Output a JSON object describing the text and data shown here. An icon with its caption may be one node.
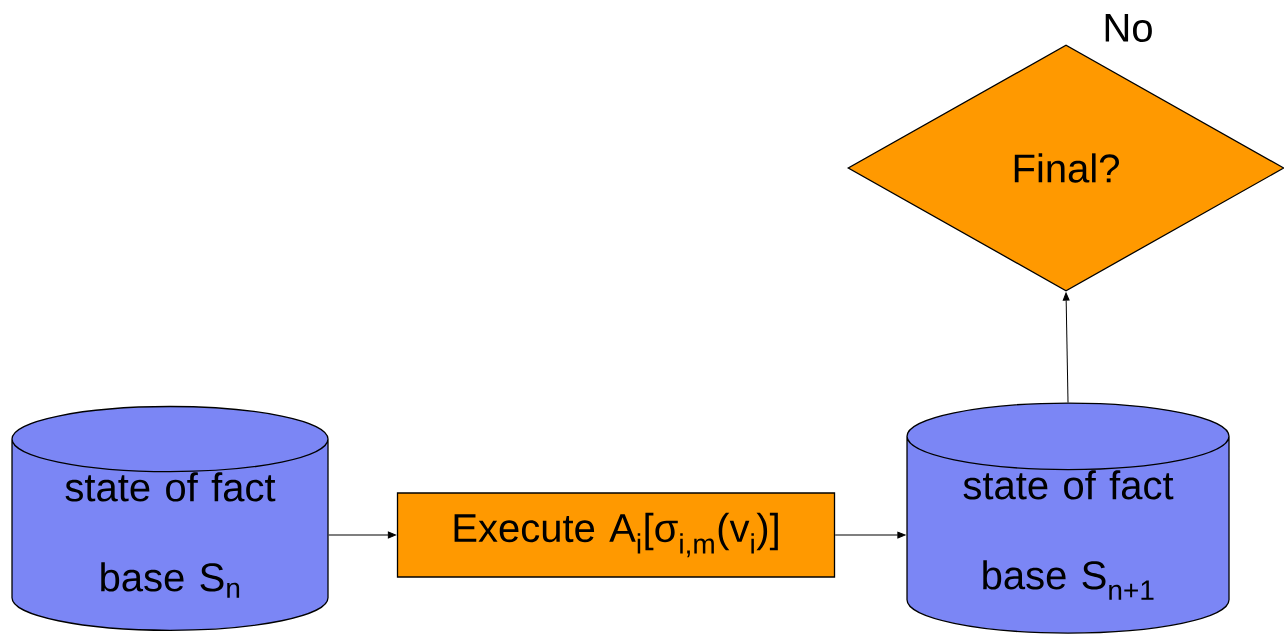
{
  "diagram": {
    "nodes": [
      {
        "text": [
          "state of fact base S$_{n}$"
        ]
      },
      {
        "text": [
          "Execute A$_{i}$[σ$_{i,m}$(v$_{i}$)]"
        ]
      },
      {
        "text": [
          "state of fact base S$_{n+1}$"
        ]
      },
      {
        "text": [
          "Final?"
        ]
      }
    ],
    "edges": [
      {
        "from": 0,
        "to": 1,
        "arrow": "to"
      },
      {
        "from": 1,
        "to": 2,
        "arrow": "to"
      },
      {
        "from": 2,
        "to": 3,
        "arrow": "to"
      }
    ],
    "labels": [
      "No"
    ]
  }
}
